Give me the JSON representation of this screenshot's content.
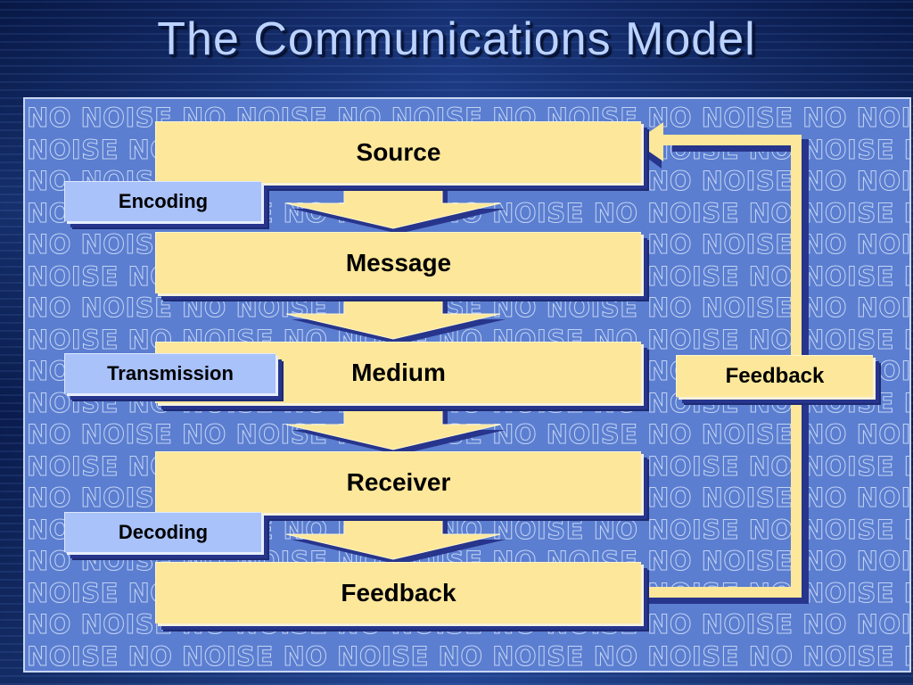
{
  "slide": {
    "title": "The Communications Model",
    "background_text": [
      "NO",
      "NOISE"
    ]
  },
  "stages": [
    {
      "id": "source",
      "label": "Source"
    },
    {
      "id": "message",
      "label": "Message"
    },
    {
      "id": "medium",
      "label": "Medium"
    },
    {
      "id": "receiver",
      "label": "Receiver"
    },
    {
      "id": "feedback",
      "label": "Feedback"
    }
  ],
  "processes": [
    {
      "id": "encoding",
      "label": "Encoding"
    },
    {
      "id": "transmission",
      "label": "Transmission"
    },
    {
      "id": "decoding",
      "label": "Decoding"
    }
  ],
  "feedback_loop": {
    "label": "Feedback"
  },
  "colors": {
    "stage_fill": "#fde79a",
    "process_fill": "#a9c2fa",
    "panel": "#5b7ed0",
    "arrow": "#fde79a",
    "shadow": "#27358c"
  }
}
